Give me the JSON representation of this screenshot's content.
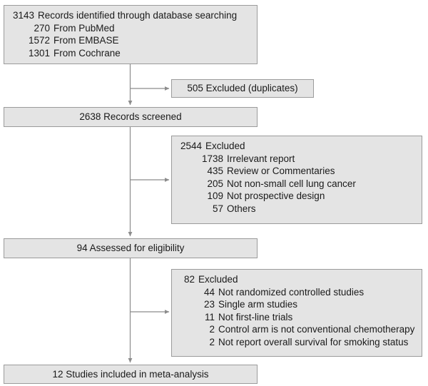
{
  "diagram": {
    "type": "prisma-flow-diagram",
    "colors": {
      "box_fill": "#e4e4e4",
      "box_border": "#9b9b9b",
      "connector": "#8c8c8c",
      "text": "#1a1a1a",
      "background": "#ffffff"
    },
    "nodes": {
      "identified": {
        "header": {
          "count": "3143",
          "label": "Records identified through database searching"
        },
        "sources": [
          {
            "count": "270",
            "label": "From PubMed"
          },
          {
            "count": "1572",
            "label": "From EMBASE"
          },
          {
            "count": "1301",
            "label": "From Cochrane"
          }
        ]
      },
      "duplicates": {
        "text": "505 Excluded (duplicates)"
      },
      "screened": {
        "text": "2638 Records screened"
      },
      "excluded_screening": {
        "header": {
          "count": "2544",
          "label": "Excluded"
        },
        "reasons": [
          {
            "count": "1738",
            "label": "Irrelevant report"
          },
          {
            "count": "435",
            "label": "Review or Commentaries"
          },
          {
            "count": "205",
            "label": "Not non-small cell lung cancer"
          },
          {
            "count": "109",
            "label": "Not prospective design"
          },
          {
            "count": "57",
            "label": "Others"
          }
        ]
      },
      "eligibility": {
        "text": "94 Assessed for eligibility"
      },
      "excluded_eligibility": {
        "header": {
          "count": "82",
          "label": "Excluded"
        },
        "reasons": [
          {
            "count": "44",
            "label": "Not randomized controlled studies"
          },
          {
            "count": "23",
            "label": "Single arm studies"
          },
          {
            "count": "11",
            "label": "Not first-line trials"
          },
          {
            "count": "2",
            "label": "Control arm is not conventional chemotherapy"
          },
          {
            "count": "2",
            "label": "Not report overall survival for smoking status"
          }
        ]
      },
      "included": {
        "text": "12 Studies included in meta-analysis"
      }
    }
  }
}
